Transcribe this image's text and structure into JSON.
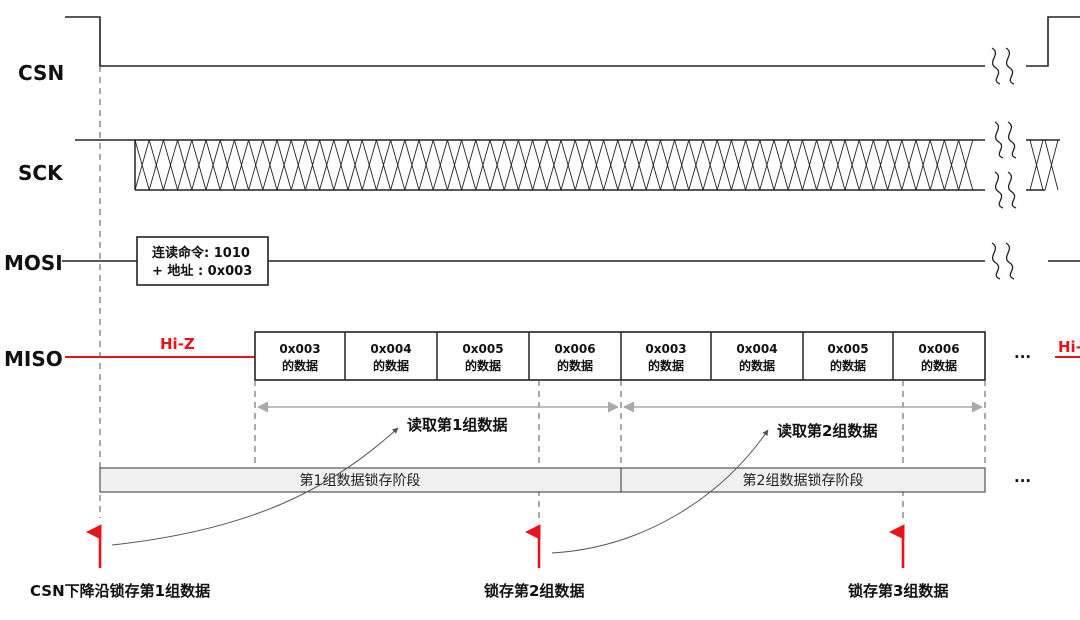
{
  "signals": {
    "csn": "CSN",
    "sck": "SCK",
    "mosi": "MOSI",
    "miso": "MISO"
  },
  "mosi_command": {
    "line1": "连读命令: 1010",
    "line2": "+ 地址 : 0x003"
  },
  "miso": {
    "hiz_left": "Hi-Z",
    "hiz_right": "Hi-",
    "cells": [
      {
        "addr": "0x003",
        "suffix": "的数据"
      },
      {
        "addr": "0x004",
        "suffix": "的数据"
      },
      {
        "addr": "0x005",
        "suffix": "的数据"
      },
      {
        "addr": "0x006",
        "suffix": "的数据"
      },
      {
        "addr": "0x003",
        "suffix": "的数据"
      },
      {
        "addr": "0x004",
        "suffix": "的数据"
      },
      {
        "addr": "0x005",
        "suffix": "的数据"
      },
      {
        "addr": "0x006",
        "suffix": "的数据"
      }
    ],
    "ellipsis": "···"
  },
  "read_groups": [
    "读取第1组数据",
    "读取第2组数据"
  ],
  "latch_phases": [
    "第1组数据锁存阶段",
    "第2组数据锁存阶段"
  ],
  "phase_ellipsis": "···",
  "latch_events": [
    "CSN下降沿锁存第1组数据",
    "锁存第2组数据",
    "锁存第3组数据"
  ],
  "colors": {
    "line": "#222222",
    "accent_red": "#e8141c",
    "grey_arrow": "#aaaaaa",
    "phase_fill": "#f0f0f0"
  }
}
